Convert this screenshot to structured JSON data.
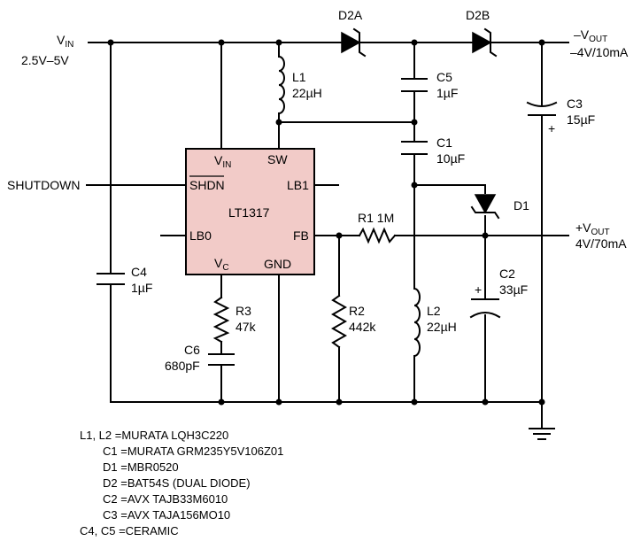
{
  "ic": {
    "name": "LT1317",
    "pins": {
      "vin": "V",
      "vin_sub": "IN",
      "sw": "SW",
      "shdn": "SHDN",
      "lb1": "LB1",
      "lb0": "LB0",
      "fb": "FB",
      "vc": "V",
      "vc_sub": "C",
      "gnd": "GND"
    }
  },
  "input": {
    "label": "V",
    "label_sub": "IN",
    "range": "2.5V–5V"
  },
  "shutdown": "SHUTDOWN",
  "neg_out": {
    "label": "–V",
    "label_sub": "OUT",
    "value": "–4V/10mA"
  },
  "pos_out": {
    "label": "+V",
    "label_sub": "OUT",
    "value": "4V/70mA"
  },
  "components": {
    "d2a": "D2A",
    "d2b": "D2B",
    "l1": "L1",
    "l1_val": "22µH",
    "c5": "C5",
    "c5_val": "1µF",
    "c3": "C3",
    "c3_val": "15µF",
    "c1": "C1",
    "c1_val": "10µF",
    "d1": "D1",
    "r1": "R1 1M",
    "c2": "C2",
    "c2_val": "33µF",
    "c4": "C4",
    "c4_val": "1µF",
    "r3": "R3",
    "r3_val": "47k",
    "r2": "R2",
    "r2_val": "442k",
    "l2": "L2",
    "l2_val": "22µH",
    "c6": "C6",
    "c6_val": "680pF",
    "plus": "+"
  },
  "notes": [
    "L1, L2 =MURATA LQH3C220",
    "C1 =MURATA GRM235Y5V106Z01",
    "D1 =MBR0520",
    "D2 =BAT54S (DUAL DIODE)",
    "C2 =AVX TAJB33M6010",
    "C3 =AVX TAJA156MO10",
    "C4, C5 =CERAMIC"
  ]
}
